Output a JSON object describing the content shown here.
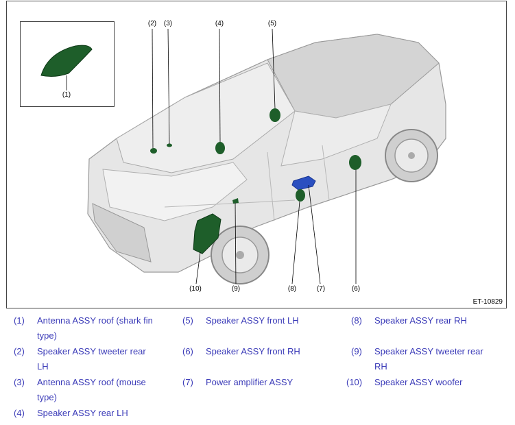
{
  "figure": {
    "id": "ET-10829",
    "callouts": {
      "c1": "(1)",
      "c2": "(2)",
      "c3": "(3)",
      "c4": "(4)",
      "c5": "(5)",
      "c6": "(6)",
      "c7": "(7)",
      "c8": "(8)",
      "c9": "(9)",
      "c10": "(10)"
    }
  },
  "legend": {
    "items": [
      {
        "num": "(1)",
        "text_line1": "Antenna ASSY roof (shark fin",
        "text_line2": "type)"
      },
      {
        "num": "(2)",
        "text_line1": "Speaker ASSY tweeter rear",
        "text_line2": "LH"
      },
      {
        "num": "(3)",
        "text_line1": "Antenna ASSY roof (mouse",
        "text_line2": "type)"
      },
      {
        "num": "(4)",
        "text_line1": "Speaker ASSY rear LH",
        "text_line2": ""
      },
      {
        "num": "(5)",
        "text_line1": "Speaker ASSY front LH",
        "text_line2": ""
      },
      {
        "num": "(6)",
        "text_line1": "Speaker ASSY front RH",
        "text_line2": ""
      },
      {
        "num": "(7)",
        "text_line1": "Power amplifier ASSY",
        "text_line2": ""
      },
      {
        "num": "(8)",
        "text_line1": "Speaker ASSY rear RH",
        "text_line2": ""
      },
      {
        "num": "(9)",
        "text_line1": "Speaker ASSY tweeter rear",
        "text_line2": "RH"
      },
      {
        "num": "(10)",
        "text_line1": "Speaker ASSY woofer",
        "text_line2": ""
      }
    ]
  },
  "colors": {
    "component_green": "#1e5e2a",
    "amplifier_blue": "#2a4fc0",
    "legend_text": "#3b3bb8",
    "car_body": "#dcdcdc"
  }
}
